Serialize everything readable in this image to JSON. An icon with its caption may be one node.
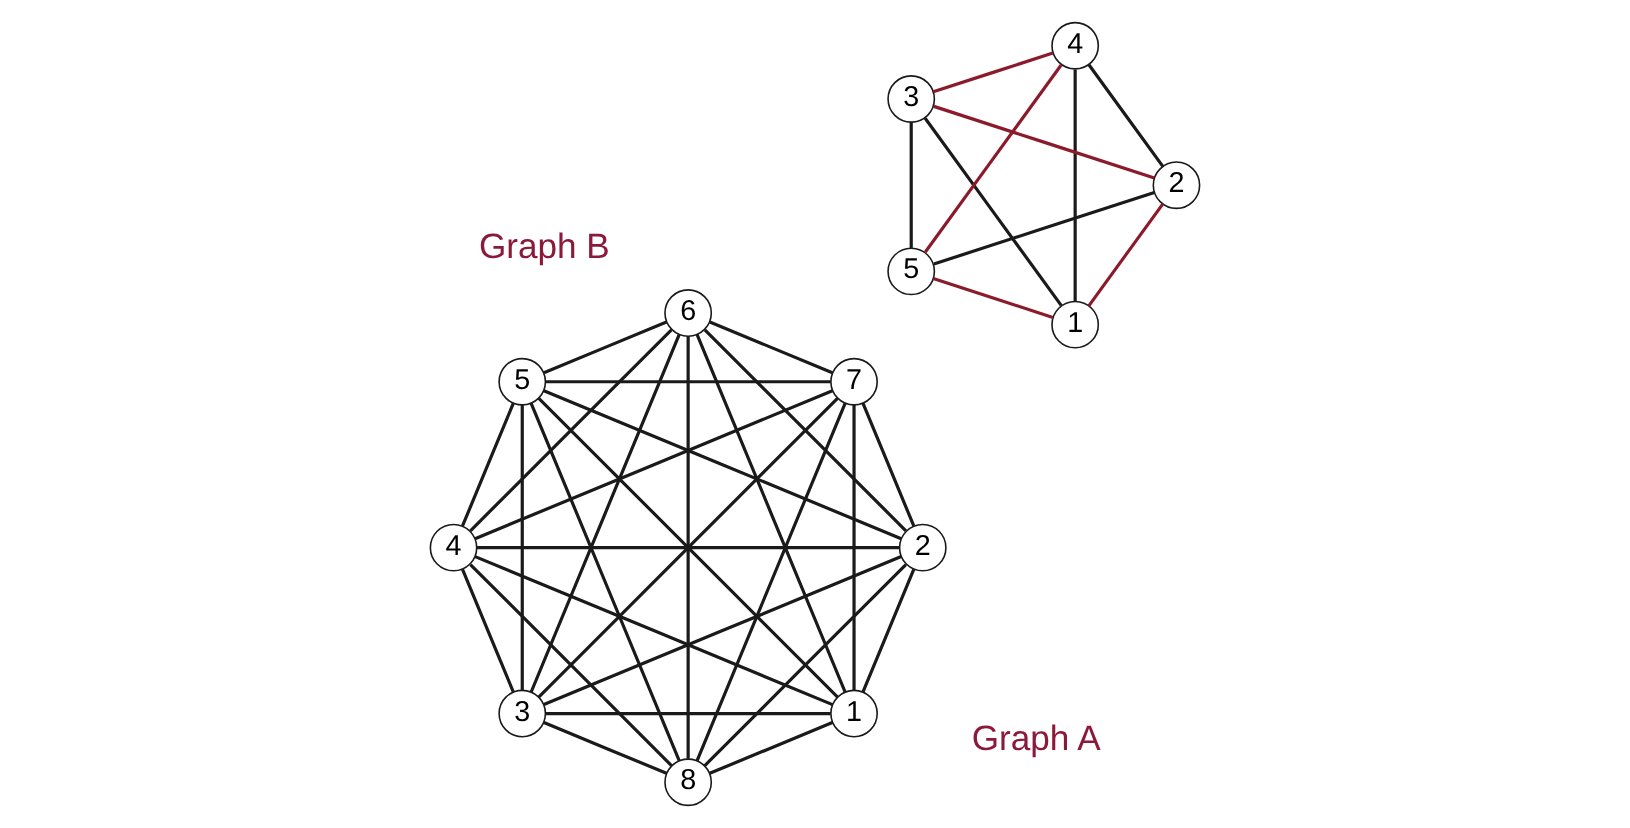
{
  "diagram": {
    "nodes": [
      {
        "text": [
          "1"
        ]
      },
      {
        "text": [
          "2"
        ]
      },
      {
        "text": [
          "3"
        ]
      },
      {
        "text": [
          "4"
        ]
      },
      {
        "text": [
          "5"
        ]
      },
      {
        "text": [
          "6"
        ]
      },
      {
        "text": [
          "7"
        ]
      },
      {
        "text": [
          "8"
        ]
      },
      {
        "text": [
          "1"
        ]
      },
      {
        "text": [
          "2"
        ]
      },
      {
        "text": [
          "3"
        ]
      },
      {
        "text": [
          "4"
        ]
      },
      {
        "text": [
          "5"
        ]
      }
    ],
    "edges": [
      {
        "from": 0,
        "to": 1,
        "arrow": "none"
      },
      {
        "from": 1,
        "to": 2,
        "arrow": "none"
      },
      {
        "from": 2,
        "to": 3,
        "arrow": "none"
      },
      {
        "from": 3,
        "to": 4,
        "arrow": "none"
      },
      {
        "from": 4,
        "to": 5,
        "arrow": "none"
      },
      {
        "from": 5,
        "to": 6,
        "arrow": "none"
      },
      {
        "from": 6,
        "to": 7,
        "arrow": "none"
      },
      {
        "from": 7,
        "to": 0,
        "arrow": "none"
      },
      {
        "from": 0,
        "to": 2,
        "arrow": "none"
      },
      {
        "from": 0,
        "to": 3,
        "arrow": "none"
      },
      {
        "from": 0,
        "to": 4,
        "arrow": "none"
      },
      {
        "from": 0,
        "to": 5,
        "arrow": "none"
      },
      {
        "from": 0,
        "to": 6,
        "arrow": "none"
      },
      {
        "from": 1,
        "to": 3,
        "arrow": "none"
      },
      {
        "from": 1,
        "to": 4,
        "arrow": "none"
      },
      {
        "from": 1,
        "to": 5,
        "arrow": "none"
      },
      {
        "from": 1,
        "to": 6,
        "arrow": "none"
      },
      {
        "from": 1,
        "to": 7,
        "arrow": "none"
      },
      {
        "from": 2,
        "to": 4,
        "arrow": "none"
      },
      {
        "from": 2,
        "to": 5,
        "arrow": "none"
      },
      {
        "from": 2,
        "to": 6,
        "arrow": "none"
      },
      {
        "from": 2,
        "to": 7,
        "arrow": "none"
      },
      {
        "from": 3,
        "to": 5,
        "arrow": "none"
      },
      {
        "from": 3,
        "to": 6,
        "arrow": "none"
      },
      {
        "from": 3,
        "to": 7,
        "arrow": "none"
      },
      {
        "from": 4,
        "to": 6,
        "arrow": "none"
      },
      {
        "from": 4,
        "to": 7,
        "arrow": "none"
      },
      {
        "from": 5,
        "to": 7,
        "arrow": "none"
      },
      {
        "from": 8,
        "to": 9,
        "arrow": "none",
        "color": "#8b1a2b"
      },
      {
        "from": 9,
        "to": 10,
        "arrow": "none",
        "color": "#8b1a2b"
      },
      {
        "from": 10,
        "to": 11,
        "arrow": "none",
        "color": "#8b1a2b"
      },
      {
        "from": 11,
        "to": 12,
        "arrow": "none",
        "color": "#8b1a2b"
      },
      {
        "from": 12,
        "to": 8,
        "arrow": "none",
        "color": "#8b1a2b"
      },
      {
        "from": 8,
        "to": 10,
        "arrow": "none"
      },
      {
        "from": 8,
        "to": 11,
        "arrow": "none"
      },
      {
        "from": 9,
        "to": 11,
        "arrow": "none"
      },
      {
        "from": 9,
        "to": 12,
        "arrow": "none"
      },
      {
        "from": 10,
        "to": 12,
        "arrow": "none"
      }
    ],
    "labels": [
      "Graph A",
      "Graph B"
    ]
  }
}
